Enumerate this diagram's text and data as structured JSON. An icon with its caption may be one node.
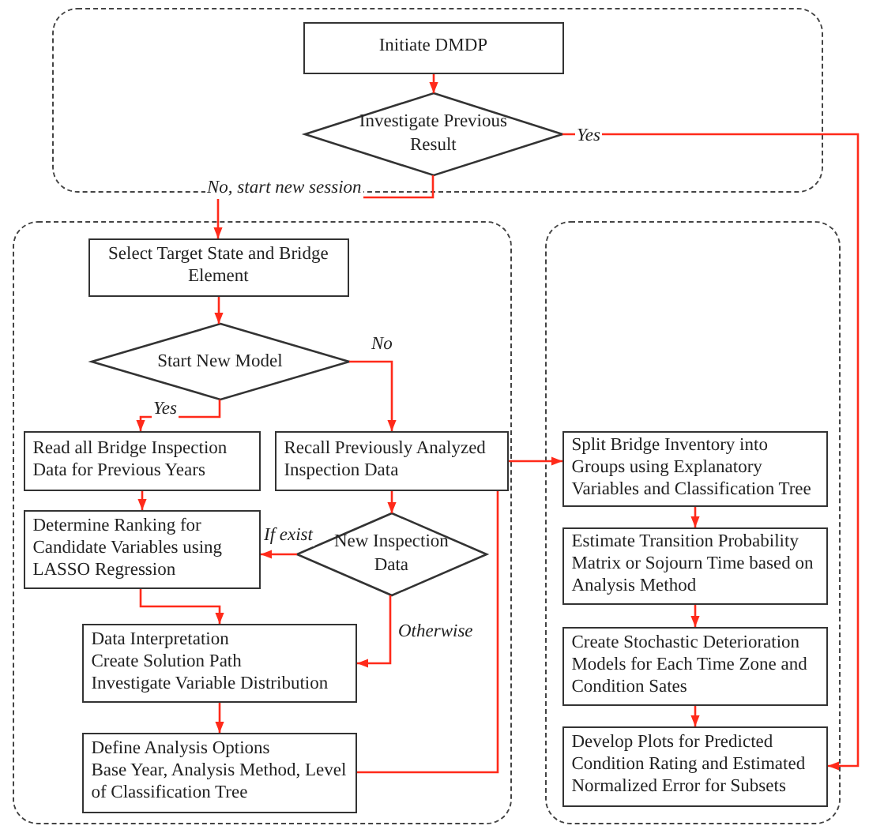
{
  "diagram": {
    "nodes": [
      {
        "text": [],
        "shape": "box"
      },
      {
        "text": [],
        "shape": "box"
      },
      {
        "text": [],
        "shape": "box"
      },
      {
        "text": [
          "Initiate DMDP"
        ],
        "in": 0
      },
      {
        "text": [
          "Investigate Previous Result"
        ],
        "in": 0
      },
      {
        "text": [
          "Select Target State and Bridge Element"
        ],
        "in": 1
      },
      {
        "text": [
          "Start New Model"
        ],
        "in": 1
      },
      {
        "text": [
          "Read all Bridge Inspection Data for Previous Years"
        ],
        "in": 1
      },
      {
        "text": [
          "Recall Previously Analyzed Inspection Data"
        ],
        "in": 1
      },
      {
        "text": [
          "Determine Ranking for Candidate Variables using LASSO Regression"
        ],
        "in": 1
      },
      {
        "text": [
          "New Inspection Data"
        ],
        "in": 1
      },
      {
        "text": [
          "Data Interpretation",
          "Create Solution Path",
          "Investigate Variable Distribution"
        ],
        "in": 1
      },
      {
        "text": [
          "Define Analysis Options",
          "Base Year, Analysis Method, Level of Classification Tree"
        ],
        "in": 1
      },
      {
        "text": [
          "Split Bridge Inventory into Groups using Explanatory Variables and Classification Tree"
        ],
        "in": 2
      },
      {
        "text": [
          "Estimate Transition Probability Matrix or Sojourn Time based on Analysis Method"
        ],
        "in": 2
      },
      {
        "text": [
          "Create Stochastic Deterioration Models for Each Time Zone and Condition Sates"
        ],
        "in": 2
      },
      {
        "text": [
          "Develop Plots for Predicted Condition Rating and Estimated Normalized Error for Subsets"
        ],
        "in": 2
      }
    ],
    "edges": [
      {
        "from": 3,
        "to": 4,
        "arrow": "to"
      },
      {
        "from": 4,
        "to": 5,
        "arrow": "to",
        "label": "No, start new session"
      },
      {
        "from": 4,
        "to": 16,
        "arrow": "to",
        "label": "Yes"
      },
      {
        "from": 5,
        "to": 6,
        "arrow": "to"
      },
      {
        "from": 6,
        "to": 7,
        "arrow": "to",
        "label": "Yes"
      },
      {
        "from": 6,
        "to": 8,
        "arrow": "to",
        "label": "No"
      },
      {
        "from": 7,
        "to": 9,
        "arrow": "to"
      },
      {
        "from": 8,
        "to": 10,
        "arrow": "to"
      },
      {
        "from": 10,
        "to": 9,
        "arrow": "to",
        "label": "If exist"
      },
      {
        "from": 10,
        "to": 11,
        "arrow": "to",
        "label": "Otherwise"
      },
      {
        "from": 9,
        "to": 11,
        "arrow": "to"
      },
      {
        "from": 11,
        "to": 12,
        "arrow": "to"
      },
      {
        "from": 8,
        "to": 13,
        "arrow": "to"
      },
      {
        "from": 12,
        "to": 8,
        "arrow": "none"
      },
      {
        "from": 13,
        "to": 14,
        "arrow": "to"
      },
      {
        "from": 14,
        "to": 15,
        "arrow": "to"
      },
      {
        "from": 15,
        "to": 16,
        "arrow": "to"
      }
    ]
  }
}
